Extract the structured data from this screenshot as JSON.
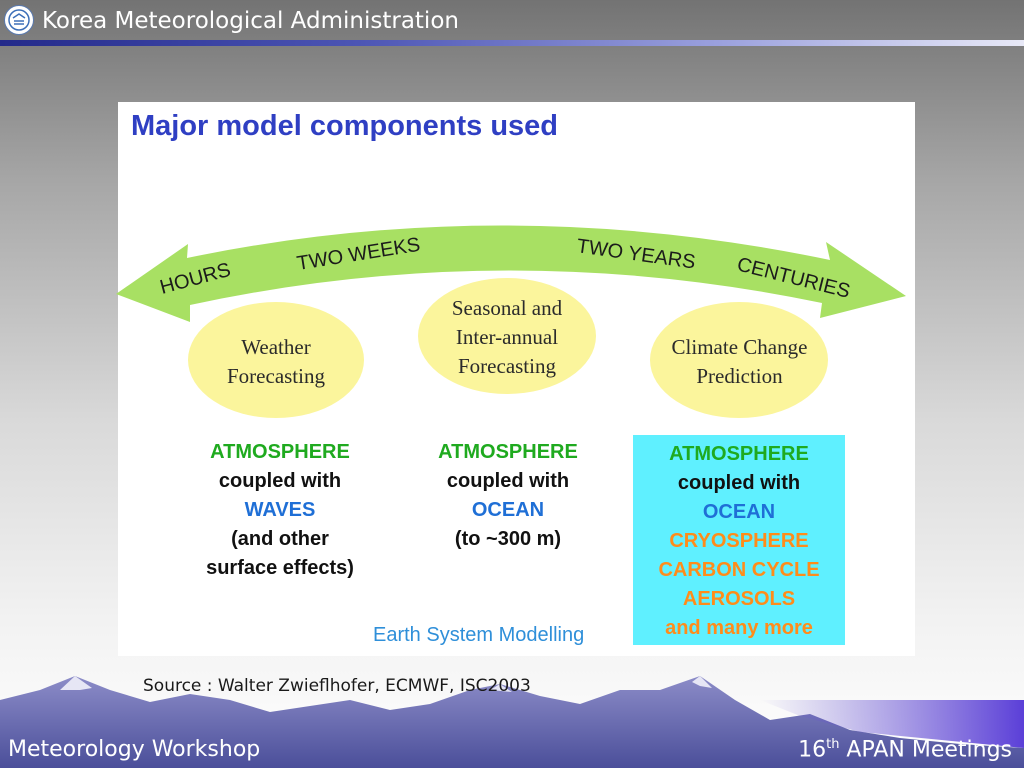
{
  "header": {
    "org_name": "Korea Meteorological Administration",
    "logo_icon": "kma-logo-icon"
  },
  "slide": {
    "title": "Major model components used",
    "timescale_labels": [
      "HOURS",
      "TWO WEEKS",
      "TWO YEARS",
      "CENTURIES"
    ],
    "forecast_types": [
      {
        "line1": "Weather",
        "line2": "Forecasting"
      },
      {
        "line1": "Seasonal and",
        "line2": "Inter-annual",
        "line3": "Forecasting"
      },
      {
        "line1": "Climate Change",
        "line2": "Prediction"
      }
    ],
    "columns": [
      {
        "lines": [
          "ATMOSPHERE",
          "coupled with",
          "WAVES",
          "(and other",
          "surface effects)"
        ]
      },
      {
        "lines": [
          "ATMOSPHERE",
          "coupled with",
          "OCEAN",
          "(to ~300 m)"
        ]
      },
      {
        "lines": [
          "ATMOSPHERE",
          "coupled with",
          "OCEAN",
          "CRYOSPHERE",
          "CARBON CYCLE",
          "AEROSOLS",
          "and many more"
        ]
      }
    ],
    "earth_system_label": "Earth System Modelling",
    "source": "Source : Walter Zwieflhofer, ECMWF, ISC2003"
  },
  "footer": {
    "left": "Meteorology Workshop",
    "right_number": "16",
    "right_suffix": "th",
    "right_text": " APAN Meetings"
  },
  "colors": {
    "title_blue": "#2f3fc3",
    "arrow_green": "#a8e063",
    "ellipse_yellow": "#fbf59c",
    "cyan_box": "#5ff0ff",
    "green_text": "#1faa1f",
    "blue_text": "#1f6fd6",
    "orange_text": "#ff8c1a"
  }
}
